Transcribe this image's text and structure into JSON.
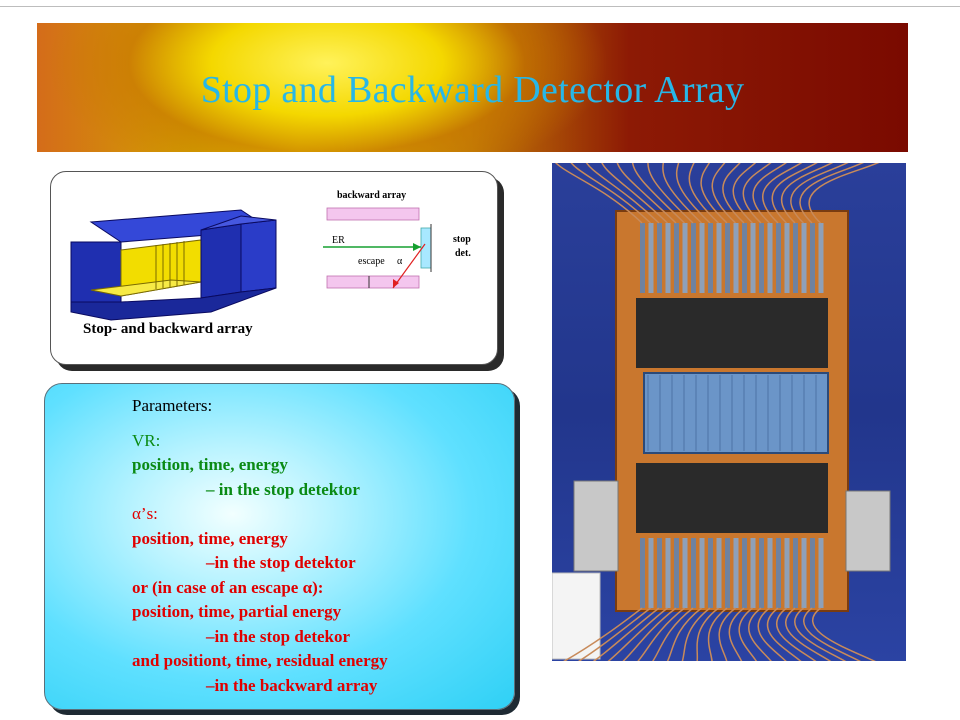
{
  "title": "Stop and Backward Detector Array",
  "diagram": {
    "caption": "Stop- and backward array",
    "labels": {
      "backward_array": "backward array",
      "er": "ER",
      "escape": "escape",
      "alpha": "α",
      "stop": "stop",
      "det": "det."
    }
  },
  "parameters": {
    "heading": "Parameters:",
    "lines": [
      {
        "text": "VR:",
        "color": "#0a8a14",
        "indent": false,
        "bold": false
      },
      {
        "text": "position, time, energy",
        "color": "#0a8a14",
        "indent": false,
        "bold": true
      },
      {
        "text": "– in the stop detektor",
        "color": "#0a8a14",
        "indent": true,
        "bold": true
      },
      {
        "text": "α’s:",
        "color": "#e00000",
        "indent": false,
        "bold": false
      },
      {
        "text": "position, time, energy",
        "color": "#e00000",
        "indent": false,
        "bold": true
      },
      {
        "text": "–in the stop detektor",
        "color": "#e00000",
        "indent": true,
        "bold": true
      },
      {
        "text": "or (in case of an escape α):",
        "color": "#e00000",
        "indent": false,
        "bold": true
      },
      {
        "text": "position, time, partial energy",
        "color": "#e00000",
        "indent": false,
        "bold": true
      },
      {
        "text": "–in the stop detekor",
        "color": "#e00000",
        "indent": true,
        "bold": true
      },
      {
        "text": "and positiont, time, residual energy",
        "color": "#e00000",
        "indent": false,
        "bold": true
      },
      {
        "text": "–in the backward array",
        "color": "#e00000",
        "indent": true,
        "bold": true
      }
    ]
  },
  "colors": {
    "title_text": "#27b7e8",
    "green_text": "#0a8a14",
    "red_text": "#e00000",
    "detector_blue": "#1f2fb0",
    "detector_yellow": "#f2dd00"
  }
}
